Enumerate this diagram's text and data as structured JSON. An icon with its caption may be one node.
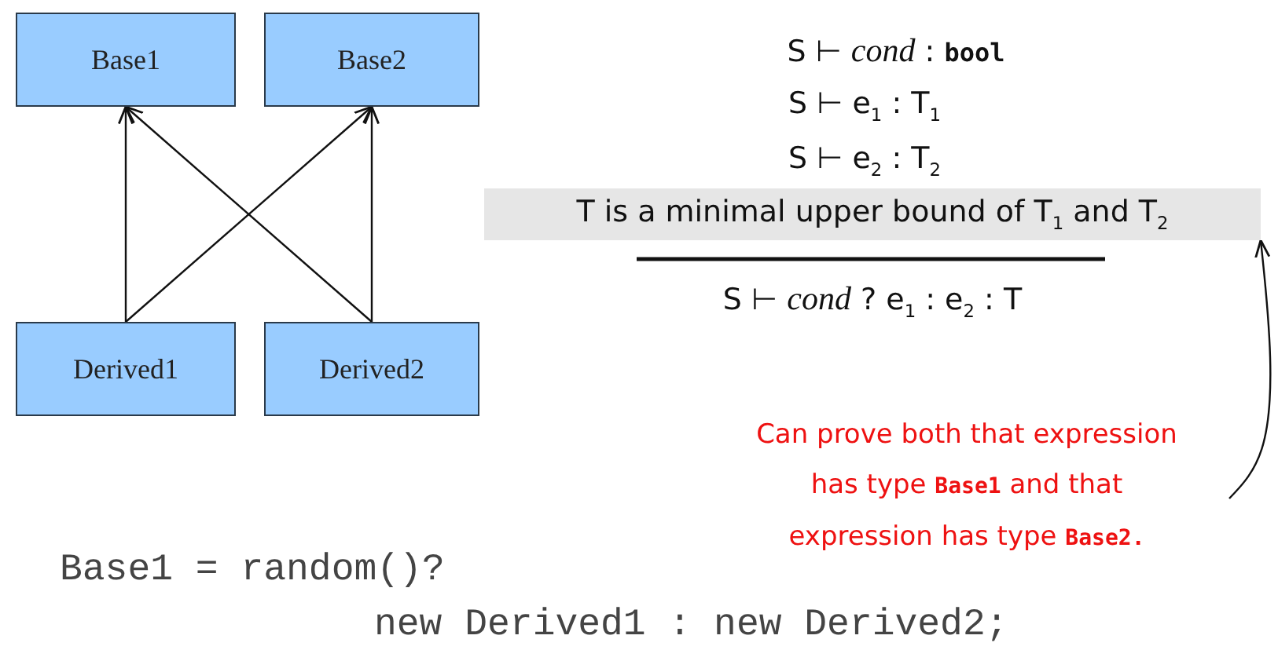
{
  "diagram": {
    "nodes": [
      {
        "text": [
          "Base1"
        ]
      },
      {
        "text": [
          "Base2"
        ]
      },
      {
        "text": [
          "Derived1"
        ]
      },
      {
        "text": [
          "Derived2"
        ]
      },
      {
        "text": [
          "T is a minimal upper bound of T$_{1}$ and T$_{2}$"
        ]
      },
      {
        "text": [
          "Can prove both that expression has type **Base1** and that expression has type **Base2.**"
        ]
      }
    ],
    "edges": [
      {
        "from": 2,
        "to": 0,
        "arrow": "to"
      },
      {
        "from": 2,
        "to": 1,
        "arrow": "to"
      },
      {
        "from": 3,
        "to": 0,
        "arrow": "to"
      },
      {
        "from": 3,
        "to": 1,
        "arrow": "to"
      },
      {
        "from": 5,
        "to": 4,
        "arrow": "to"
      }
    ],
    "labels": [
      "S ⊢ *cond* : **bool**",
      "S ⊢ e$_{1}$ : T$_{1}$",
      "S ⊢ e$_{2}$ : T$_{2}$",
      "S ⊢ *cond* ? e$_{1}$ : e$_{2}$ : T",
      "Base1 = random()?",
      "new Derived1 : new Derived2;"
    ]
  }
}
